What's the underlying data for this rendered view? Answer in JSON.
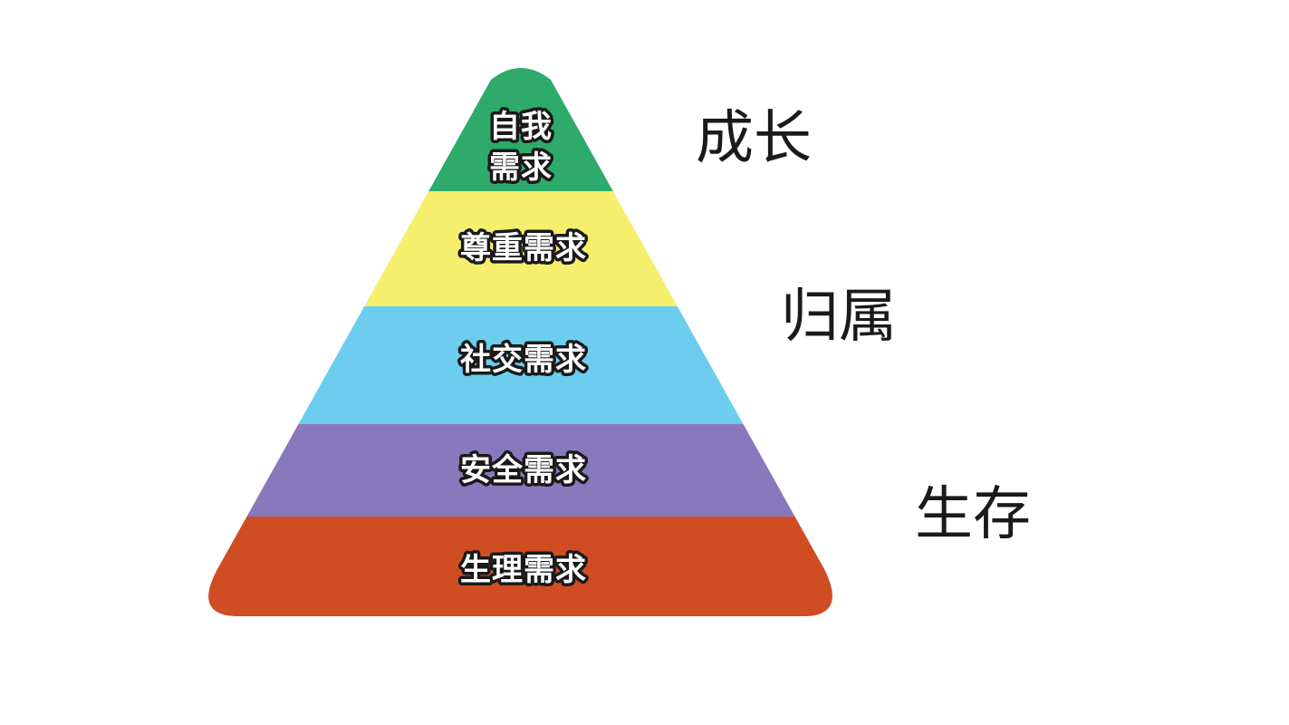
{
  "pyramid": {
    "layers": [
      {
        "label_line1": "自我",
        "label_line2": "需求",
        "color": "#2eaa6a"
      },
      {
        "label": "尊重需求",
        "color": "#f6ef6e"
      },
      {
        "label": "社交需求",
        "color": "#6ccdef"
      },
      {
        "label": "安全需求",
        "color": "#8879bd"
      },
      {
        "label": "生理需求",
        "color": "#d04d24"
      }
    ]
  },
  "side_labels": {
    "growth": "成长",
    "belonging": "归属",
    "survival": "生存"
  }
}
